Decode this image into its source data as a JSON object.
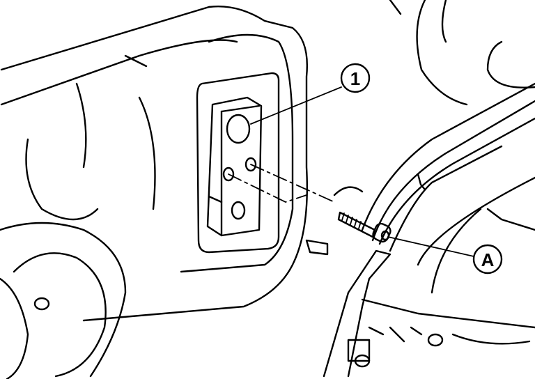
{
  "diagram": {
    "callouts": [
      {
        "id": "part-1",
        "label": "1"
      },
      {
        "id": "bolt-A",
        "label": "A"
      }
    ],
    "colors": {
      "line": "#000000",
      "background": "#ffffff"
    }
  }
}
